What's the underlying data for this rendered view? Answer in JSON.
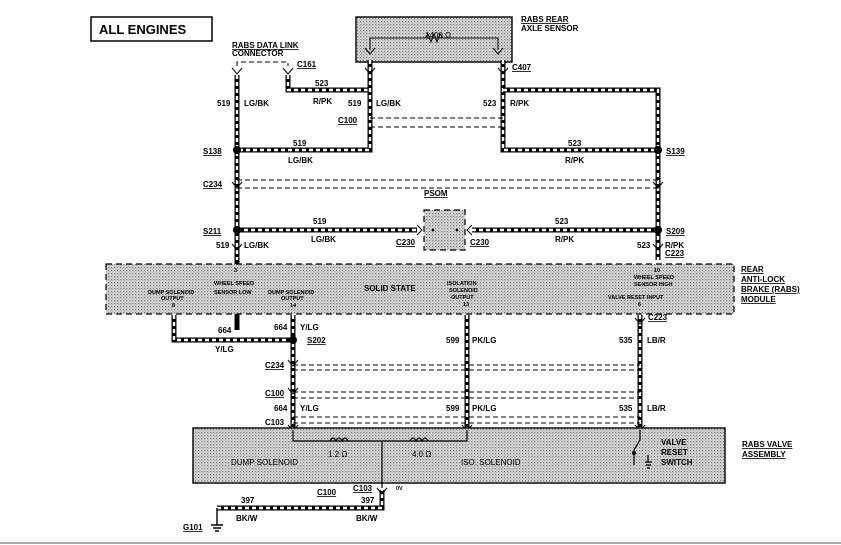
{
  "title": "ALL ENGINES",
  "components": {
    "rabs_sensor": [
      "RABS REAR",
      "AXLE SENSOR"
    ],
    "rabs_sensor_resistance": "1400 Ω",
    "data_link": [
      "RABS DATA LINK",
      "CONNECTOR"
    ],
    "module": [
      "REAR",
      "ANTI-LOCK",
      "BRAKE (RABS)",
      "MODULE"
    ],
    "module_state": "SOLID STATE",
    "psom": "PSOM",
    "valve_assembly": [
      "RABS VALVE",
      "ASSEMBLY"
    ],
    "dump_solenoid": "DUMP SOLENOID",
    "iso_solenoid": "ISO. SOLENOID",
    "valve_switch": [
      "VALVE",
      "RESET",
      "SWITCH"
    ],
    "dump_resistance": "1.2 Ω",
    "iso_resistance": "4.0 Ω",
    "ov": "0V"
  },
  "module_pins": {
    "p3": "3",
    "p3_name": [
      "WHEEL SPEED",
      "SENSOR LOW"
    ],
    "p8": "8",
    "p8_name": [
      "DUMP SOLENOID",
      "OUTPUT"
    ],
    "p14": "14",
    "p14_name": [
      "DUMP SOLENOID",
      "OUTPUT"
    ],
    "p13": "13",
    "p13_name": [
      "ISOLATION",
      "SOLENOID",
      "OUTPUT"
    ],
    "p10": "10",
    "p10_name": [
      "WHEEL SPEED",
      "SENSOR HIGH"
    ],
    "p6": "6",
    "p6_name": "VALVE RESET INPUT"
  },
  "connectors": {
    "c161": "C161",
    "c407": "C407",
    "c100": "C100",
    "c234": "C234",
    "c230": "C230",
    "c223": "C223",
    "c103": "C103"
  },
  "splices": {
    "s138": "S138",
    "s139": "S139",
    "s211": "S211",
    "s209": "S209",
    "s202": "S202"
  },
  "ground": "G101",
  "wires": {
    "w519": "519",
    "lgbk": "LG/BK",
    "w523": "523",
    "rpk": "R/PK",
    "w664": "664",
    "ylg": "Y/LG",
    "w599": "599",
    "pklg": "PK/LG",
    "w535": "535",
    "lbr": "LB/R",
    "w397": "397",
    "bkw": "BK/W"
  },
  "colors": {
    "ink": "#000000",
    "fill_pattern": "#8a8a8a",
    "background": "#ffffff"
  }
}
